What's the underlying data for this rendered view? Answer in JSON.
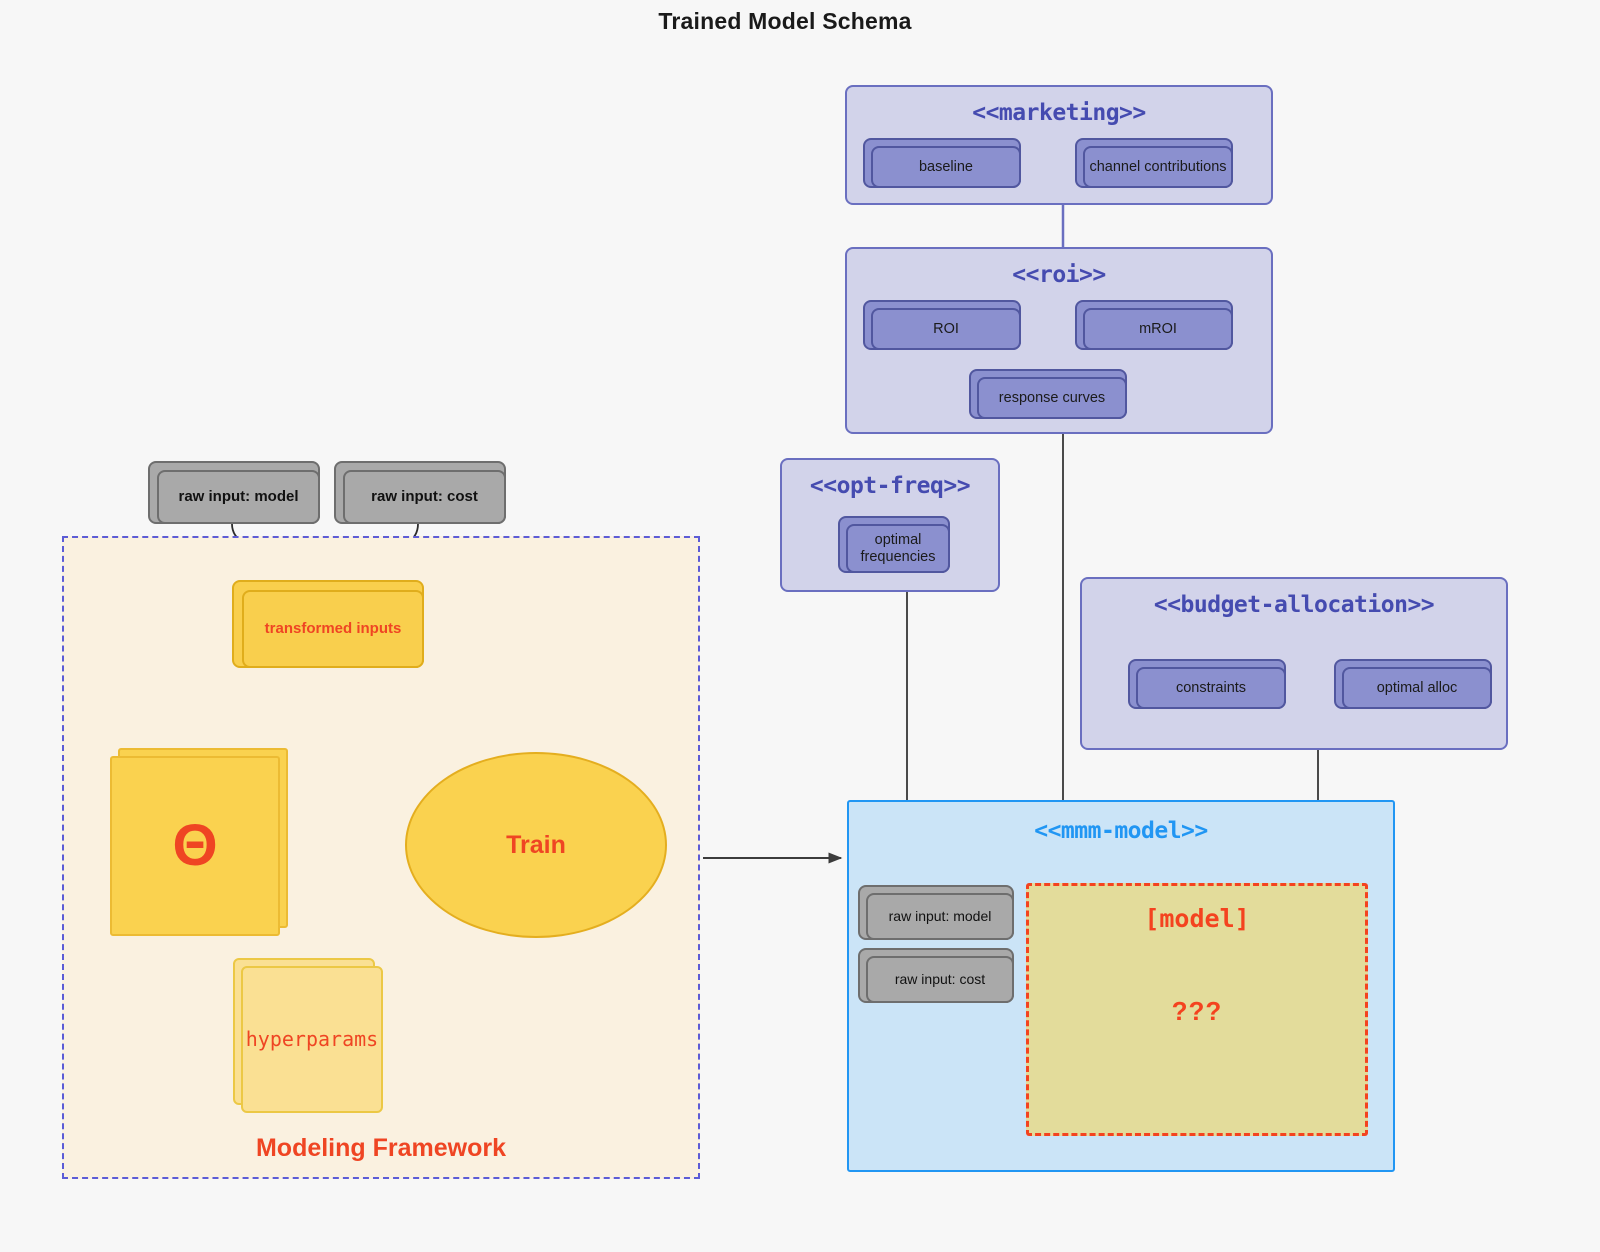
{
  "title": "Trained Model Schema",
  "packages": {
    "marketing": {
      "name": "<<marketing>>",
      "nodes": [
        {
          "label": "baseline"
        },
        {
          "label": "channel contributions"
        }
      ]
    },
    "roi": {
      "name": "<<roi>>",
      "nodes": [
        {
          "label": "ROI"
        },
        {
          "label": "mROI"
        },
        {
          "label": "response curves"
        }
      ]
    },
    "opt_freq": {
      "name": "<<opt-freq>>",
      "nodes": [
        {
          "label": "optimal\nfrequencies",
          "line1": "optimal",
          "line2": "frequencies"
        }
      ]
    },
    "budget_allocation": {
      "name": "<<budget-allocation>>",
      "nodes": [
        {
          "label": "constraints"
        },
        {
          "label": "optimal alloc"
        }
      ]
    },
    "mmm_model": {
      "name": "<<mmm-model>>",
      "nodes": [
        {
          "label": "raw input: model"
        },
        {
          "label": "raw input: cost"
        }
      ],
      "model_box": {
        "title": "[model]",
        "unknown": "???"
      }
    }
  },
  "framework": {
    "label": "Modeling Framework",
    "raw_inputs": [
      {
        "label": "raw input: model"
      },
      {
        "label": "raw input: cost"
      }
    ],
    "transformed_inputs": "transformed inputs",
    "theta": "Θ",
    "hyperparams": "hyperparams",
    "train": "Train"
  },
  "colors": {
    "background": "#f7f7f7",
    "package_fill": "#d2d3ea",
    "package_border": "#6a6fc0",
    "package_title": "#454bb0",
    "node_purple_fill": "#8b90cf",
    "node_purple_border": "#51579f",
    "node_gray_fill": "#a9a9a9",
    "node_gray_border": "#6e6e6e",
    "gold_fill": "#fad24f",
    "gold_border": "#e4ae1f",
    "accent_red": "#ef4523",
    "framework_fill": "#faf1e0",
    "framework_border": "#5c5cd6",
    "mmm_fill": "#cbe4f7",
    "mmm_border": "#2196f3",
    "model_box_fill": "#e3dc9b",
    "model_box_border": "#f4431f",
    "connector_gray": "#4a4a4a",
    "connector_purple": "#6a6fc0"
  }
}
